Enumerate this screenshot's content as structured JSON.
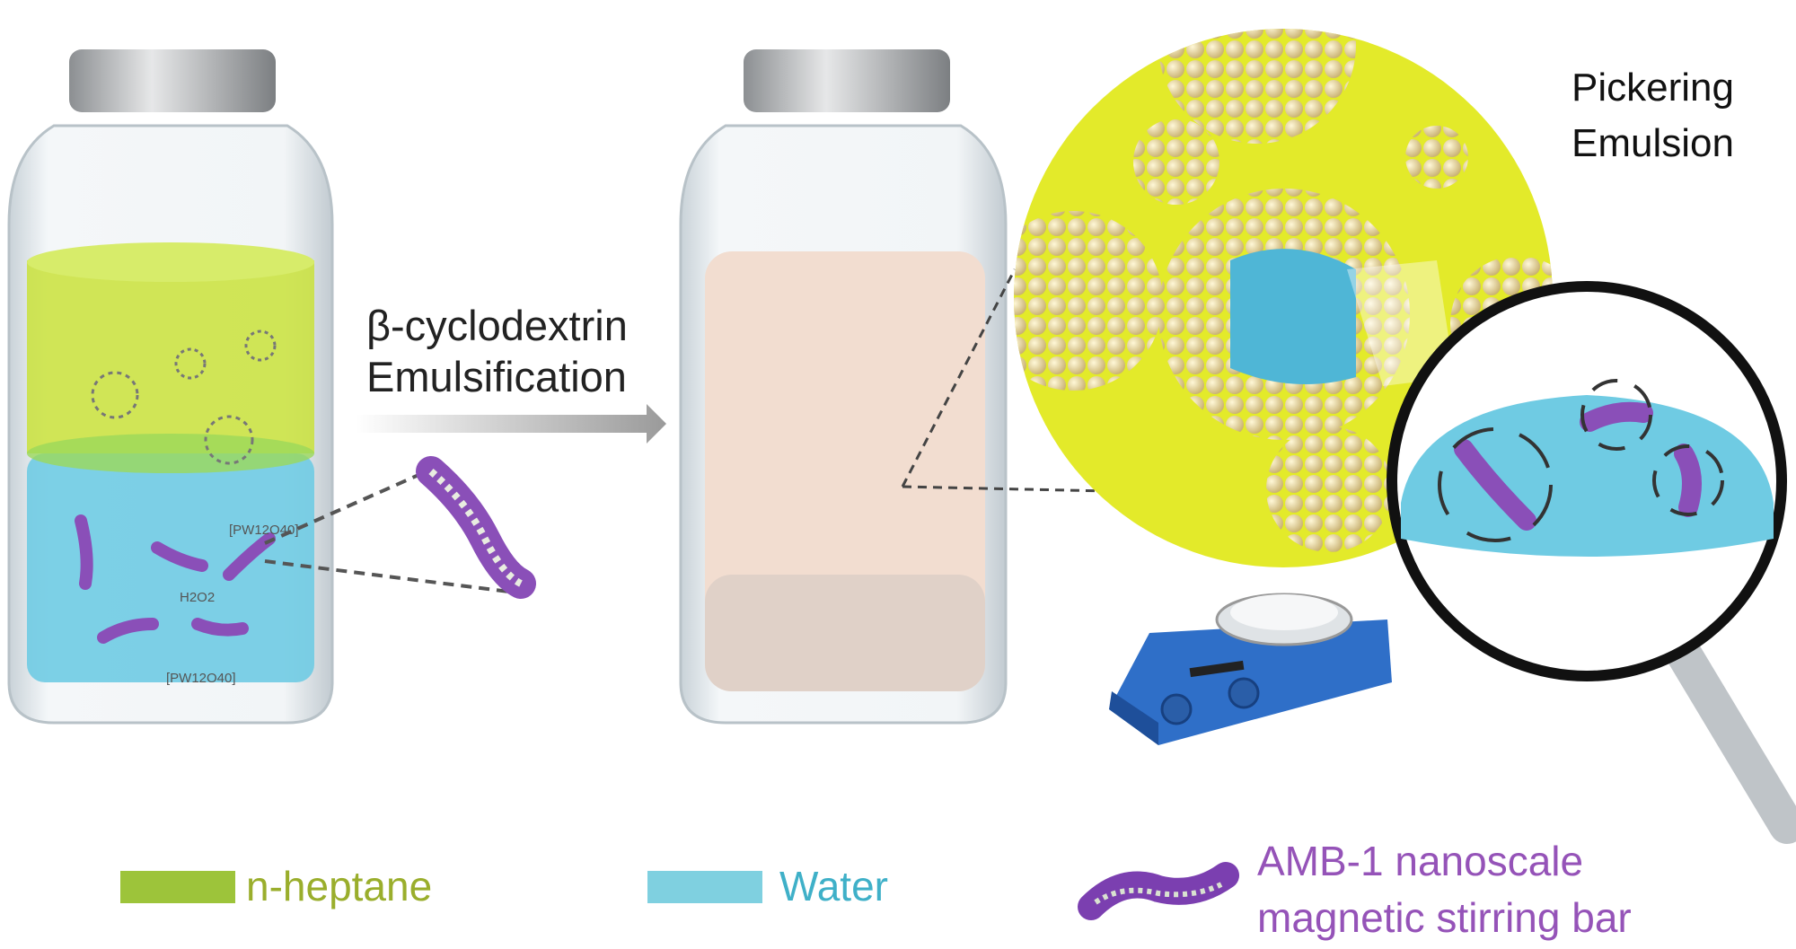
{
  "process": {
    "step_line1": "β-cyclodextrin",
    "step_line2": "Emulsification"
  },
  "emulsion": {
    "title_line1": "Pickering",
    "title_line2": "Emulsion"
  },
  "jar_labels": {
    "catalyst": "[PW12O40]",
    "oxidant": "H2O2"
  },
  "legend": {
    "items": [
      {
        "label": "n-heptane",
        "color": "#9dc43a",
        "text_color": "#9aae2c"
      },
      {
        "label": "Water",
        "color": "#7fd0e0",
        "text_color": "#3fb0c8"
      },
      {
        "label_line1": "AMB-1 nanoscale",
        "label_line2": "magnetic stirring bar",
        "color": "#8a4fb8",
        "text_color": "#9553b8"
      }
    ]
  },
  "colors": {
    "heptane": "#c9e23a",
    "water": "#6fcbe3",
    "emulsion": "#f2ddd0",
    "droplet_field": "#e3ea2a",
    "stir_bar": "#8a4fb8"
  }
}
